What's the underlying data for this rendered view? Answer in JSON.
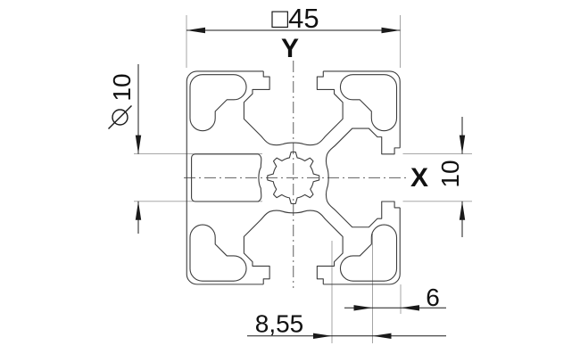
{
  "drawing": {
    "labels": {
      "outer_size": "□45",
      "axis_vertical": "Y",
      "axis_horizontal": "X",
      "bore_diameter": "10",
      "slot_opening": "10",
      "edge_to_slot": "6",
      "center_to_slot": "8,55"
    },
    "colors": {
      "background": "#ffffff",
      "profile_line": "#3d3d3d",
      "dimension_line": "#1a1a1a",
      "extension_line": "#9b9b9b",
      "centerline": "#5f5f5f",
      "text": "#111111"
    }
  }
}
